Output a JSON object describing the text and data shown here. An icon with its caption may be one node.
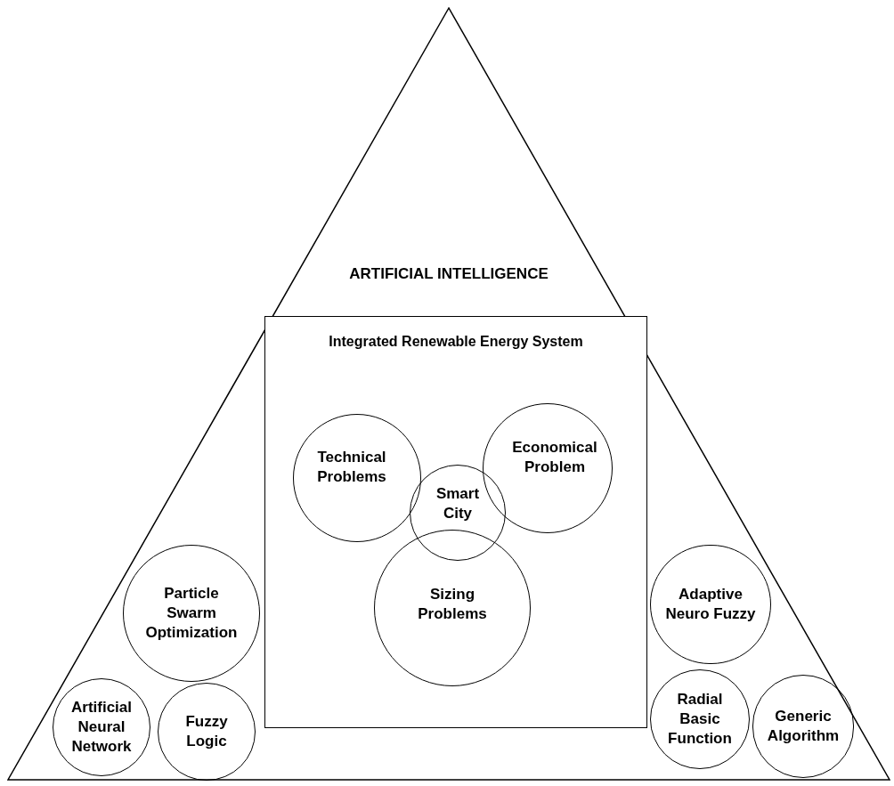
{
  "diagram": {
    "nodes": [
      {
        "text": [
          "ARTIFICIAL INTELLIGENCE"
        ]
      },
      {
        "text": [
          "Integrated Renewable Energy System"
        ],
        "in": 0
      },
      {
        "text": [
          "Technical Problems"
        ],
        "in": 1
      },
      {
        "text": [
          "Economical Problem"
        ],
        "in": 1
      },
      {
        "text": [
          "Sizing Problems"
        ],
        "in": 1
      },
      {
        "text": [
          "Smart City"
        ],
        "in": 1
      },
      {
        "text": [
          "Particle Swarm Optimization"
        ],
        "in": 0
      },
      {
        "text": [
          "Adaptive Neuro Fuzzy"
        ],
        "in": 0
      },
      {
        "text": [
          "Artificial Neural Network"
        ],
        "in": 0
      },
      {
        "text": [
          "Fuzzy Logic"
        ],
        "in": 0
      },
      {
        "text": [
          "Radial Basic Function"
        ],
        "in": 0
      },
      {
        "text": [
          "Generic Algorithm"
        ],
        "in": 0
      }
    ],
    "edges": []
  }
}
